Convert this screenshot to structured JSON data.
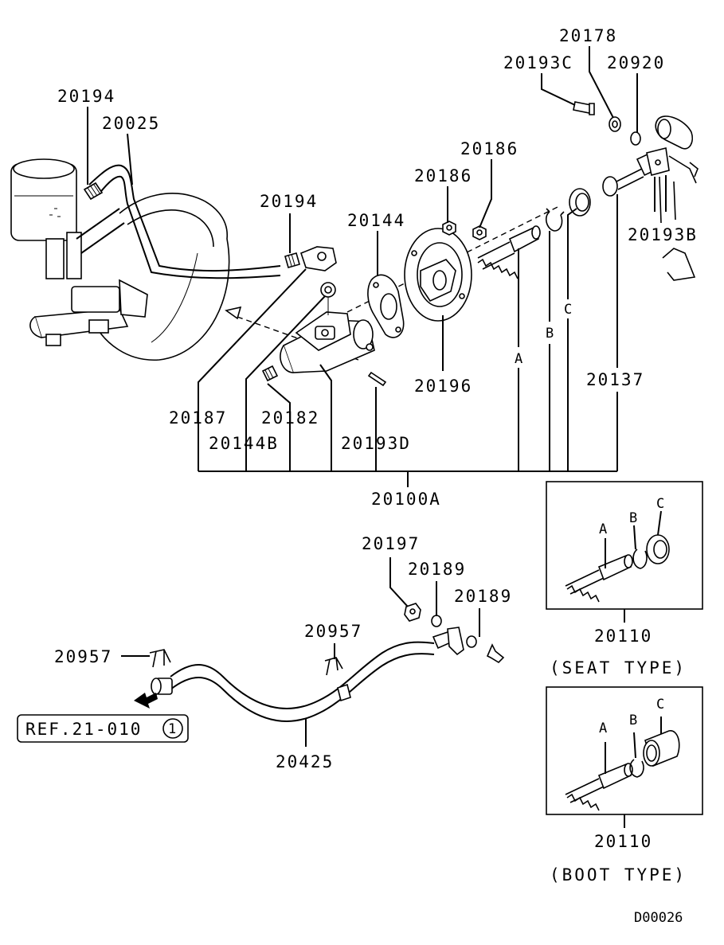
{
  "labels": {
    "p20178": "20178",
    "p20193C": "20193C",
    "p20920": "20920",
    "p20194_top": "20194",
    "p20025": "20025",
    "p20186_a": "20186",
    "p20186_b": "20186",
    "p20194_mid": "20194",
    "p20144": "20144",
    "p20193B": "20193B",
    "p20196": "20196",
    "p20137": "20137",
    "ltr_A": "A",
    "ltr_B": "B",
    "ltr_C": "C",
    "p20187": "20187",
    "p20182": "20182",
    "p20144B": "20144B",
    "p20193D": "20193D",
    "p20100A": "20100A",
    "p20197": "20197",
    "p20189_a": "20189",
    "p20189_b": "20189",
    "p20957_mid": "20957",
    "p20957_left": "20957",
    "p20425": "20425",
    "ref": "REF.21-010",
    "ref_num": "1",
    "diagram_code": "D00026"
  },
  "inset_seat": {
    "letter_a": "A",
    "letter_b": "B",
    "letter_c": "C",
    "part": "20110",
    "caption": "(SEAT TYPE)"
  },
  "inset_boot": {
    "letter_a": "A",
    "letter_b": "B",
    "letter_c": "C",
    "part": "20110",
    "caption": "(BOOT TYPE)"
  }
}
